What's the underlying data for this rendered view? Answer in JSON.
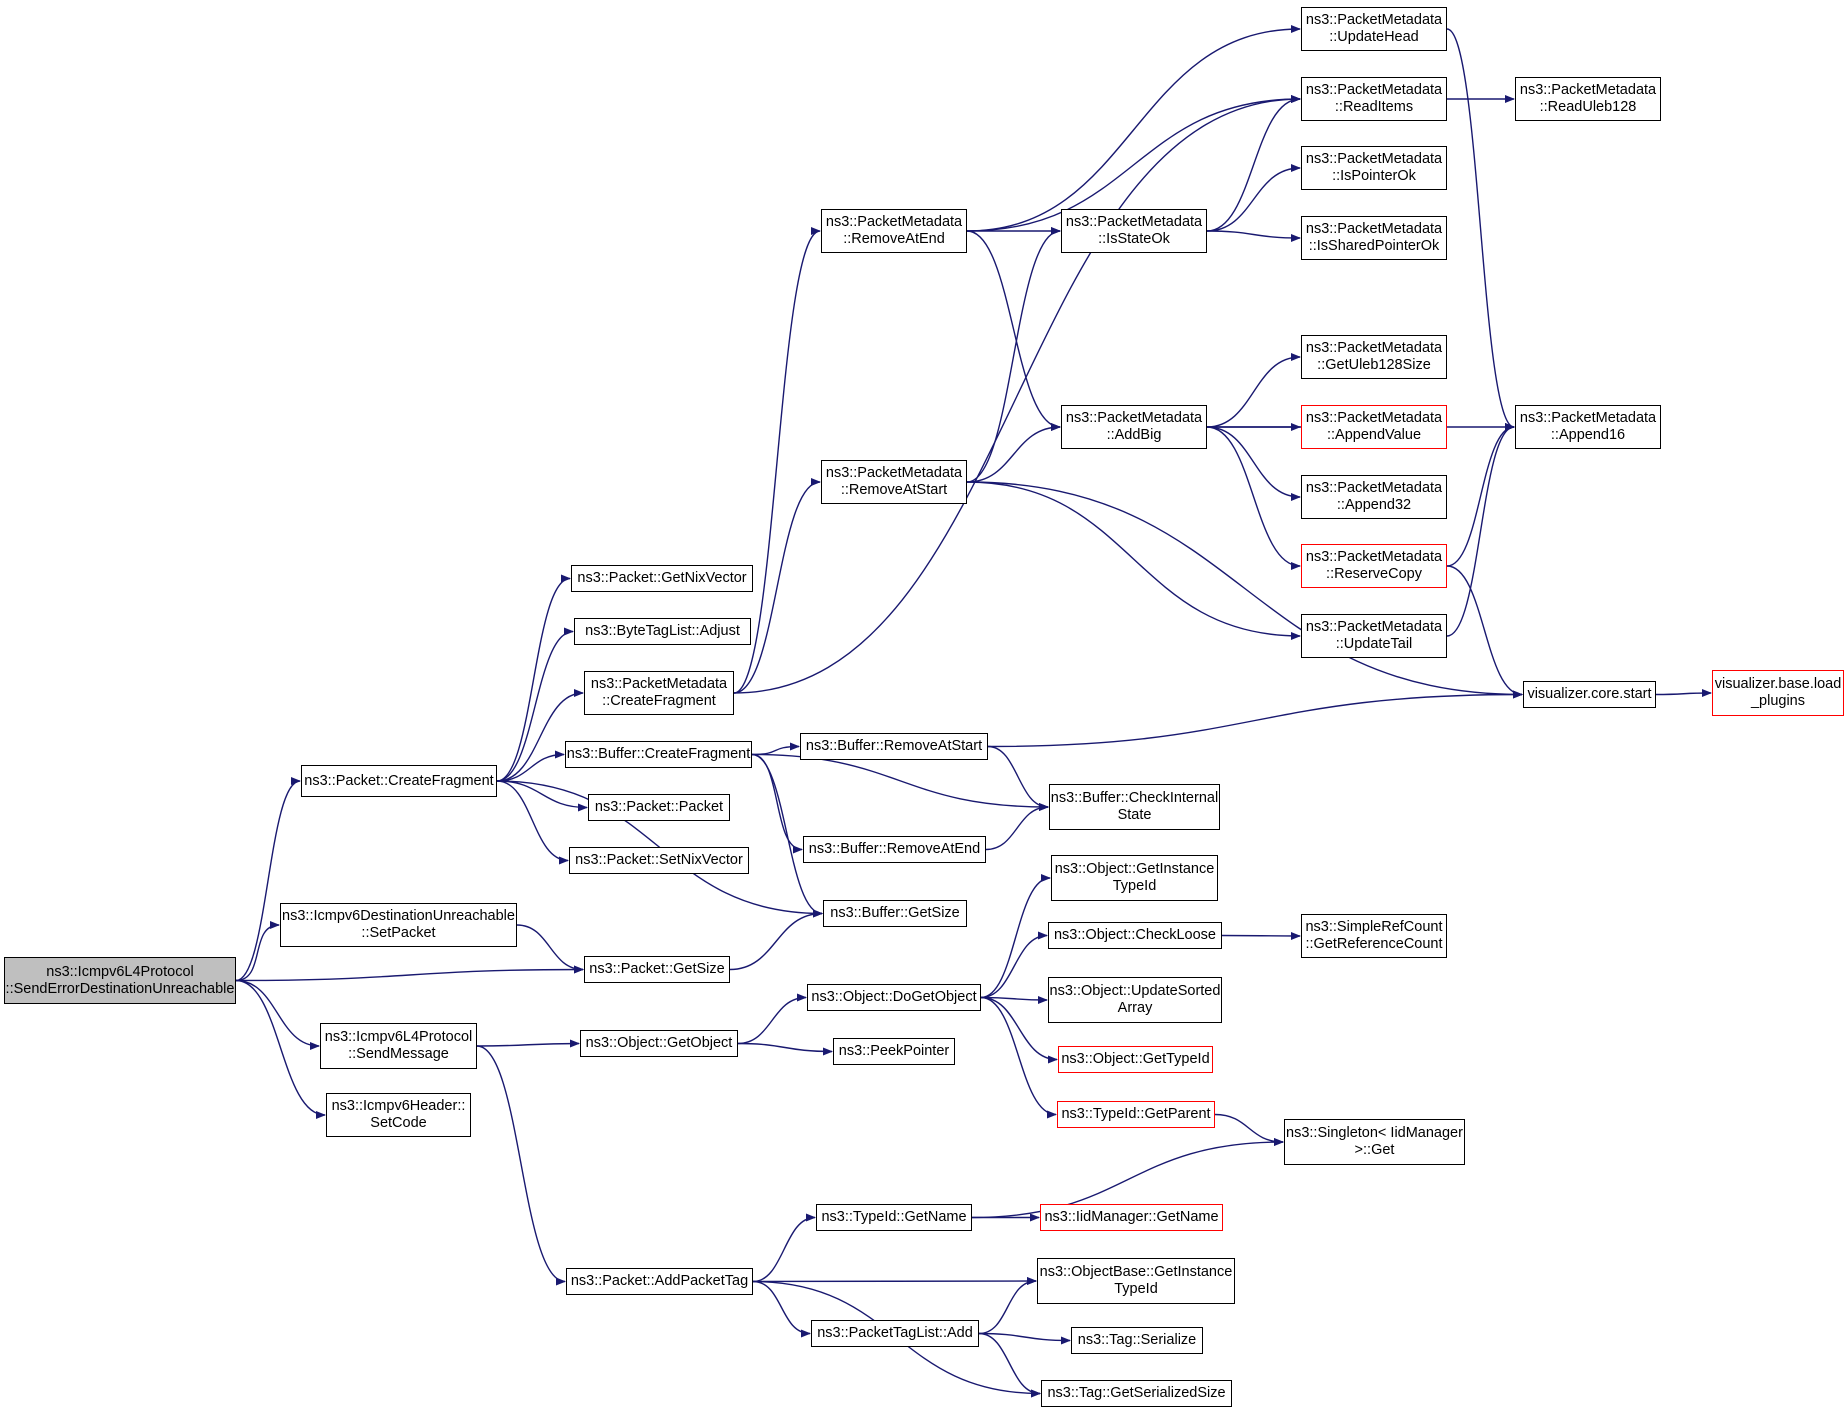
{
  "graph": {
    "edge_color": "#191970",
    "highlight_border": "#ff0000",
    "root_fill": "#bfbfbf",
    "nodes": [
      {
        "id": "root",
        "lines": [
          "ns3::Icmpv6L4Protocol",
          "::SendErrorDestinationUnreachable"
        ],
        "style": "root"
      },
      {
        "id": "pkt_createfragment",
        "lines": [
          "ns3::Packet::CreateFragment"
        ]
      },
      {
        "id": "icmpv6du_setpacket",
        "lines": [
          "ns3::Icmpv6DestinationUnreachable",
          "::SetPacket"
        ]
      },
      {
        "id": "pkt_getsize",
        "lines": [
          "ns3::Packet::GetSize"
        ]
      },
      {
        "id": "icmpv6l4_sendmessage",
        "lines": [
          "ns3::Icmpv6L4Protocol",
          "::SendMessage"
        ]
      },
      {
        "id": "icmpv6hdr_setcode",
        "lines": [
          "ns3::Icmpv6Header::",
          "SetCode"
        ]
      },
      {
        "id": "pkt_getnixvector",
        "lines": [
          "ns3::Packet::GetNixVector"
        ]
      },
      {
        "id": "bytetaglist_adjust",
        "lines": [
          "ns3::ByteTagList::Adjust"
        ]
      },
      {
        "id": "pm_createfragment",
        "lines": [
          "ns3::PacketMetadata",
          "::CreateFragment"
        ]
      },
      {
        "id": "buf_createfragment",
        "lines": [
          "ns3::Buffer::CreateFragment"
        ]
      },
      {
        "id": "pkt_packet",
        "lines": [
          "ns3::Packet::Packet"
        ]
      },
      {
        "id": "pkt_setnixvector",
        "lines": [
          "ns3::Packet::SetNixVector"
        ]
      },
      {
        "id": "pm_removeatend",
        "lines": [
          "ns3::PacketMetadata",
          "::RemoveAtEnd"
        ]
      },
      {
        "id": "pm_removeatstart",
        "lines": [
          "ns3::PacketMetadata",
          "::RemoveAtStart"
        ]
      },
      {
        "id": "buf_removeatstart",
        "lines": [
          "ns3::Buffer::RemoveAtStart"
        ]
      },
      {
        "id": "buf_removeatend",
        "lines": [
          "ns3::Buffer::RemoveAtEnd"
        ]
      },
      {
        "id": "buf_getsize",
        "lines": [
          "ns3::Buffer::GetSize"
        ]
      },
      {
        "id": "obj_getobject",
        "lines": [
          "ns3::Object::GetObject"
        ]
      },
      {
        "id": "pkt_addpackettag",
        "lines": [
          "ns3::Packet::AddPacketTag"
        ]
      },
      {
        "id": "pm_isstateok",
        "lines": [
          "ns3::PacketMetadata",
          "::IsStateOk"
        ]
      },
      {
        "id": "pm_addbig",
        "lines": [
          "ns3::PacketMetadata",
          "::AddBig"
        ]
      },
      {
        "id": "buf_checkinternalstate",
        "lines": [
          "ns3::Buffer::CheckInternal",
          "State"
        ]
      },
      {
        "id": "obj_getinstancetypeid",
        "lines": [
          "ns3::Object::GetInstance",
          "TypeId"
        ]
      },
      {
        "id": "obj_checkloose",
        "lines": [
          "ns3::Object::CheckLoose"
        ]
      },
      {
        "id": "obj_dogetobject",
        "lines": [
          "ns3::Object::DoGetObject"
        ]
      },
      {
        "id": "obj_updatesortedarray",
        "lines": [
          "ns3::Object::UpdateSorted",
          "Array"
        ]
      },
      {
        "id": "obj_gettypeid",
        "lines": [
          "ns3::Object::GetTypeId"
        ],
        "style": "red"
      },
      {
        "id": "typeid_getparent",
        "lines": [
          "ns3::TypeId::GetParent"
        ],
        "style": "red"
      },
      {
        "id": "peekpointer",
        "lines": [
          "ns3::PeekPointer"
        ]
      },
      {
        "id": "typeid_getname",
        "lines": [
          "ns3::TypeId::GetName"
        ]
      },
      {
        "id": "iidmanager_getname",
        "lines": [
          "ns3::IidManager::GetName"
        ],
        "style": "red"
      },
      {
        "id": "objbase_getinstancetypeid",
        "lines": [
          "ns3::ObjectBase::GetInstance",
          "TypeId"
        ]
      },
      {
        "id": "packettaglist_add",
        "lines": [
          "ns3::PacketTagList::Add"
        ]
      },
      {
        "id": "tag_serialize",
        "lines": [
          "ns3::Tag::Serialize"
        ]
      },
      {
        "id": "tag_getserializedsize",
        "lines": [
          "ns3::Tag::GetSerializedSize"
        ]
      },
      {
        "id": "pm_updatehead",
        "lines": [
          "ns3::PacketMetadata",
          "::UpdateHead"
        ]
      },
      {
        "id": "pm_readitems",
        "lines": [
          "ns3::PacketMetadata",
          "::ReadItems"
        ]
      },
      {
        "id": "pm_ispointerok",
        "lines": [
          "ns3::PacketMetadata",
          "::IsPointerOk"
        ]
      },
      {
        "id": "pm_issharedpointerok",
        "lines": [
          "ns3::PacketMetadata",
          "::IsSharedPointerOk"
        ]
      },
      {
        "id": "pm_getuleb128size",
        "lines": [
          "ns3::PacketMetadata",
          "::GetUleb128Size"
        ]
      },
      {
        "id": "pm_appendvalue",
        "lines": [
          "ns3::PacketMetadata",
          "::AppendValue"
        ],
        "style": "red"
      },
      {
        "id": "pm_append32",
        "lines": [
          "ns3::PacketMetadata",
          "::Append32"
        ]
      },
      {
        "id": "pm_reservecopy",
        "lines": [
          "ns3::PacketMetadata",
          "::ReserveCopy"
        ],
        "style": "red"
      },
      {
        "id": "pm_updatetail",
        "lines": [
          "ns3::PacketMetadata",
          "::UpdateTail"
        ]
      },
      {
        "id": "refcount_getreferencecount",
        "lines": [
          "ns3::SimpleRefCount",
          "::GetReferenceCount"
        ]
      },
      {
        "id": "singleton_get",
        "lines": [
          "ns3::Singleton< IidManager",
          ">::Get"
        ]
      },
      {
        "id": "pm_readuleb128",
        "lines": [
          "ns3::PacketMetadata",
          "::ReadUleb128"
        ]
      },
      {
        "id": "pm_append16",
        "lines": [
          "ns3::PacketMetadata",
          "::Append16"
        ]
      },
      {
        "id": "visualizer_core_start",
        "lines": [
          "visualizer.core.start"
        ]
      },
      {
        "id": "visualizer_base_loadplugins",
        "lines": [
          "visualizer.base.load",
          "_plugins"
        ],
        "style": "red"
      }
    ],
    "edges": [
      [
        "root",
        "pkt_createfragment"
      ],
      [
        "root",
        "icmpv6du_setpacket"
      ],
      [
        "root",
        "pkt_getsize"
      ],
      [
        "root",
        "icmpv6l4_sendmessage"
      ],
      [
        "root",
        "icmpv6hdr_setcode"
      ],
      [
        "pkt_createfragment",
        "pkt_getnixvector"
      ],
      [
        "pkt_createfragment",
        "bytetaglist_adjust"
      ],
      [
        "pkt_createfragment",
        "pm_createfragment"
      ],
      [
        "pkt_createfragment",
        "buf_createfragment"
      ],
      [
        "pkt_createfragment",
        "pkt_packet"
      ],
      [
        "pkt_createfragment",
        "pkt_setnixvector"
      ],
      [
        "pkt_createfragment",
        "buf_getsize"
      ],
      [
        "icmpv6du_setpacket",
        "pkt_getsize"
      ],
      [
        "pkt_getsize",
        "buf_getsize"
      ],
      [
        "icmpv6l4_sendmessage",
        "obj_getobject"
      ],
      [
        "icmpv6l4_sendmessage",
        "pkt_addpackettag"
      ],
      [
        "pm_createfragment",
        "pm_removeatend"
      ],
      [
        "pm_createfragment",
        "pm_removeatstart"
      ],
      [
        "pm_createfragment",
        "pm_readitems"
      ],
      [
        "buf_createfragment",
        "buf_removeatstart"
      ],
      [
        "buf_createfragment",
        "buf_checkinternalstate"
      ],
      [
        "buf_createfragment",
        "buf_removeatend"
      ],
      [
        "buf_createfragment",
        "buf_getsize"
      ],
      [
        "pm_removeatend",
        "pm_updatehead"
      ],
      [
        "pm_removeatend",
        "pm_readitems"
      ],
      [
        "pm_removeatend",
        "pm_isstateok"
      ],
      [
        "pm_removeatend",
        "pm_addbig"
      ],
      [
        "pm_removeatstart",
        "pm_isstateok"
      ],
      [
        "pm_removeatstart",
        "pm_addbig"
      ],
      [
        "pm_removeatstart",
        "pm_updatetail"
      ],
      [
        "pm_removeatstart",
        "visualizer_core_start"
      ],
      [
        "pm_isstateok",
        "pm_readitems"
      ],
      [
        "pm_isstateok",
        "pm_ispointerok"
      ],
      [
        "pm_isstateok",
        "pm_issharedpointerok"
      ],
      [
        "pm_addbig",
        "pm_getuleb128size"
      ],
      [
        "pm_addbig",
        "pm_appendvalue"
      ],
      [
        "pm_addbig",
        "pm_append32"
      ],
      [
        "pm_addbig",
        "pm_reservecopy"
      ],
      [
        "pm_addbig",
        "pm_append16"
      ],
      [
        "pm_reservecopy",
        "pm_append16"
      ],
      [
        "pm_reservecopy",
        "visualizer_core_start"
      ],
      [
        "pm_updatetail",
        "pm_append16"
      ],
      [
        "pm_updatehead",
        "pm_append16"
      ],
      [
        "pm_readitems",
        "pm_readuleb128"
      ],
      [
        "buf_removeatstart",
        "visualizer_core_start"
      ],
      [
        "buf_removeatstart",
        "buf_checkinternalstate"
      ],
      [
        "buf_removeatend",
        "buf_checkinternalstate"
      ],
      [
        "visualizer_core_start",
        "visualizer_base_loadplugins"
      ],
      [
        "obj_getobject",
        "obj_dogetobject"
      ],
      [
        "obj_getobject",
        "peekpointer"
      ],
      [
        "obj_dogetobject",
        "obj_getinstancetypeid"
      ],
      [
        "obj_dogetobject",
        "obj_checkloose"
      ],
      [
        "obj_dogetobject",
        "obj_updatesortedarray"
      ],
      [
        "obj_dogetobject",
        "obj_gettypeid"
      ],
      [
        "obj_dogetobject",
        "typeid_getparent"
      ],
      [
        "obj_checkloose",
        "refcount_getreferencecount"
      ],
      [
        "typeid_getparent",
        "singleton_get"
      ],
      [
        "pkt_addpackettag",
        "typeid_getname"
      ],
      [
        "pkt_addpackettag",
        "objbase_getinstancetypeid"
      ],
      [
        "pkt_addpackettag",
        "packettaglist_add"
      ],
      [
        "pkt_addpackettag",
        "tag_getserializedsize"
      ],
      [
        "typeid_getname",
        "singleton_get"
      ],
      [
        "typeid_getname",
        "iidmanager_getname"
      ],
      [
        "packettaglist_add",
        "objbase_getinstancetypeid"
      ],
      [
        "packettaglist_add",
        "tag_serialize"
      ],
      [
        "packettaglist_add",
        "tag_getserializedsize"
      ]
    ]
  }
}
